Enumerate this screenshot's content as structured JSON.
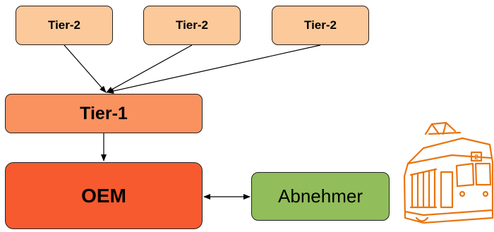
{
  "nodes": {
    "tier2_left": "Tier-2",
    "tier2_middle": "Tier-2",
    "tier2_right": "Tier-2",
    "tier1": "Tier-1",
    "oem": "OEM",
    "abnehmer": "Abnehmer"
  },
  "tram": {
    "number": "2",
    "icon": "tram-icon",
    "color": "#e8740f"
  },
  "colors": {
    "tier2": "#fbc99a",
    "tier1": "#fa9260",
    "oem": "#f75a2f",
    "abnehmer": "#91bd5a",
    "arrow": "#000000"
  }
}
